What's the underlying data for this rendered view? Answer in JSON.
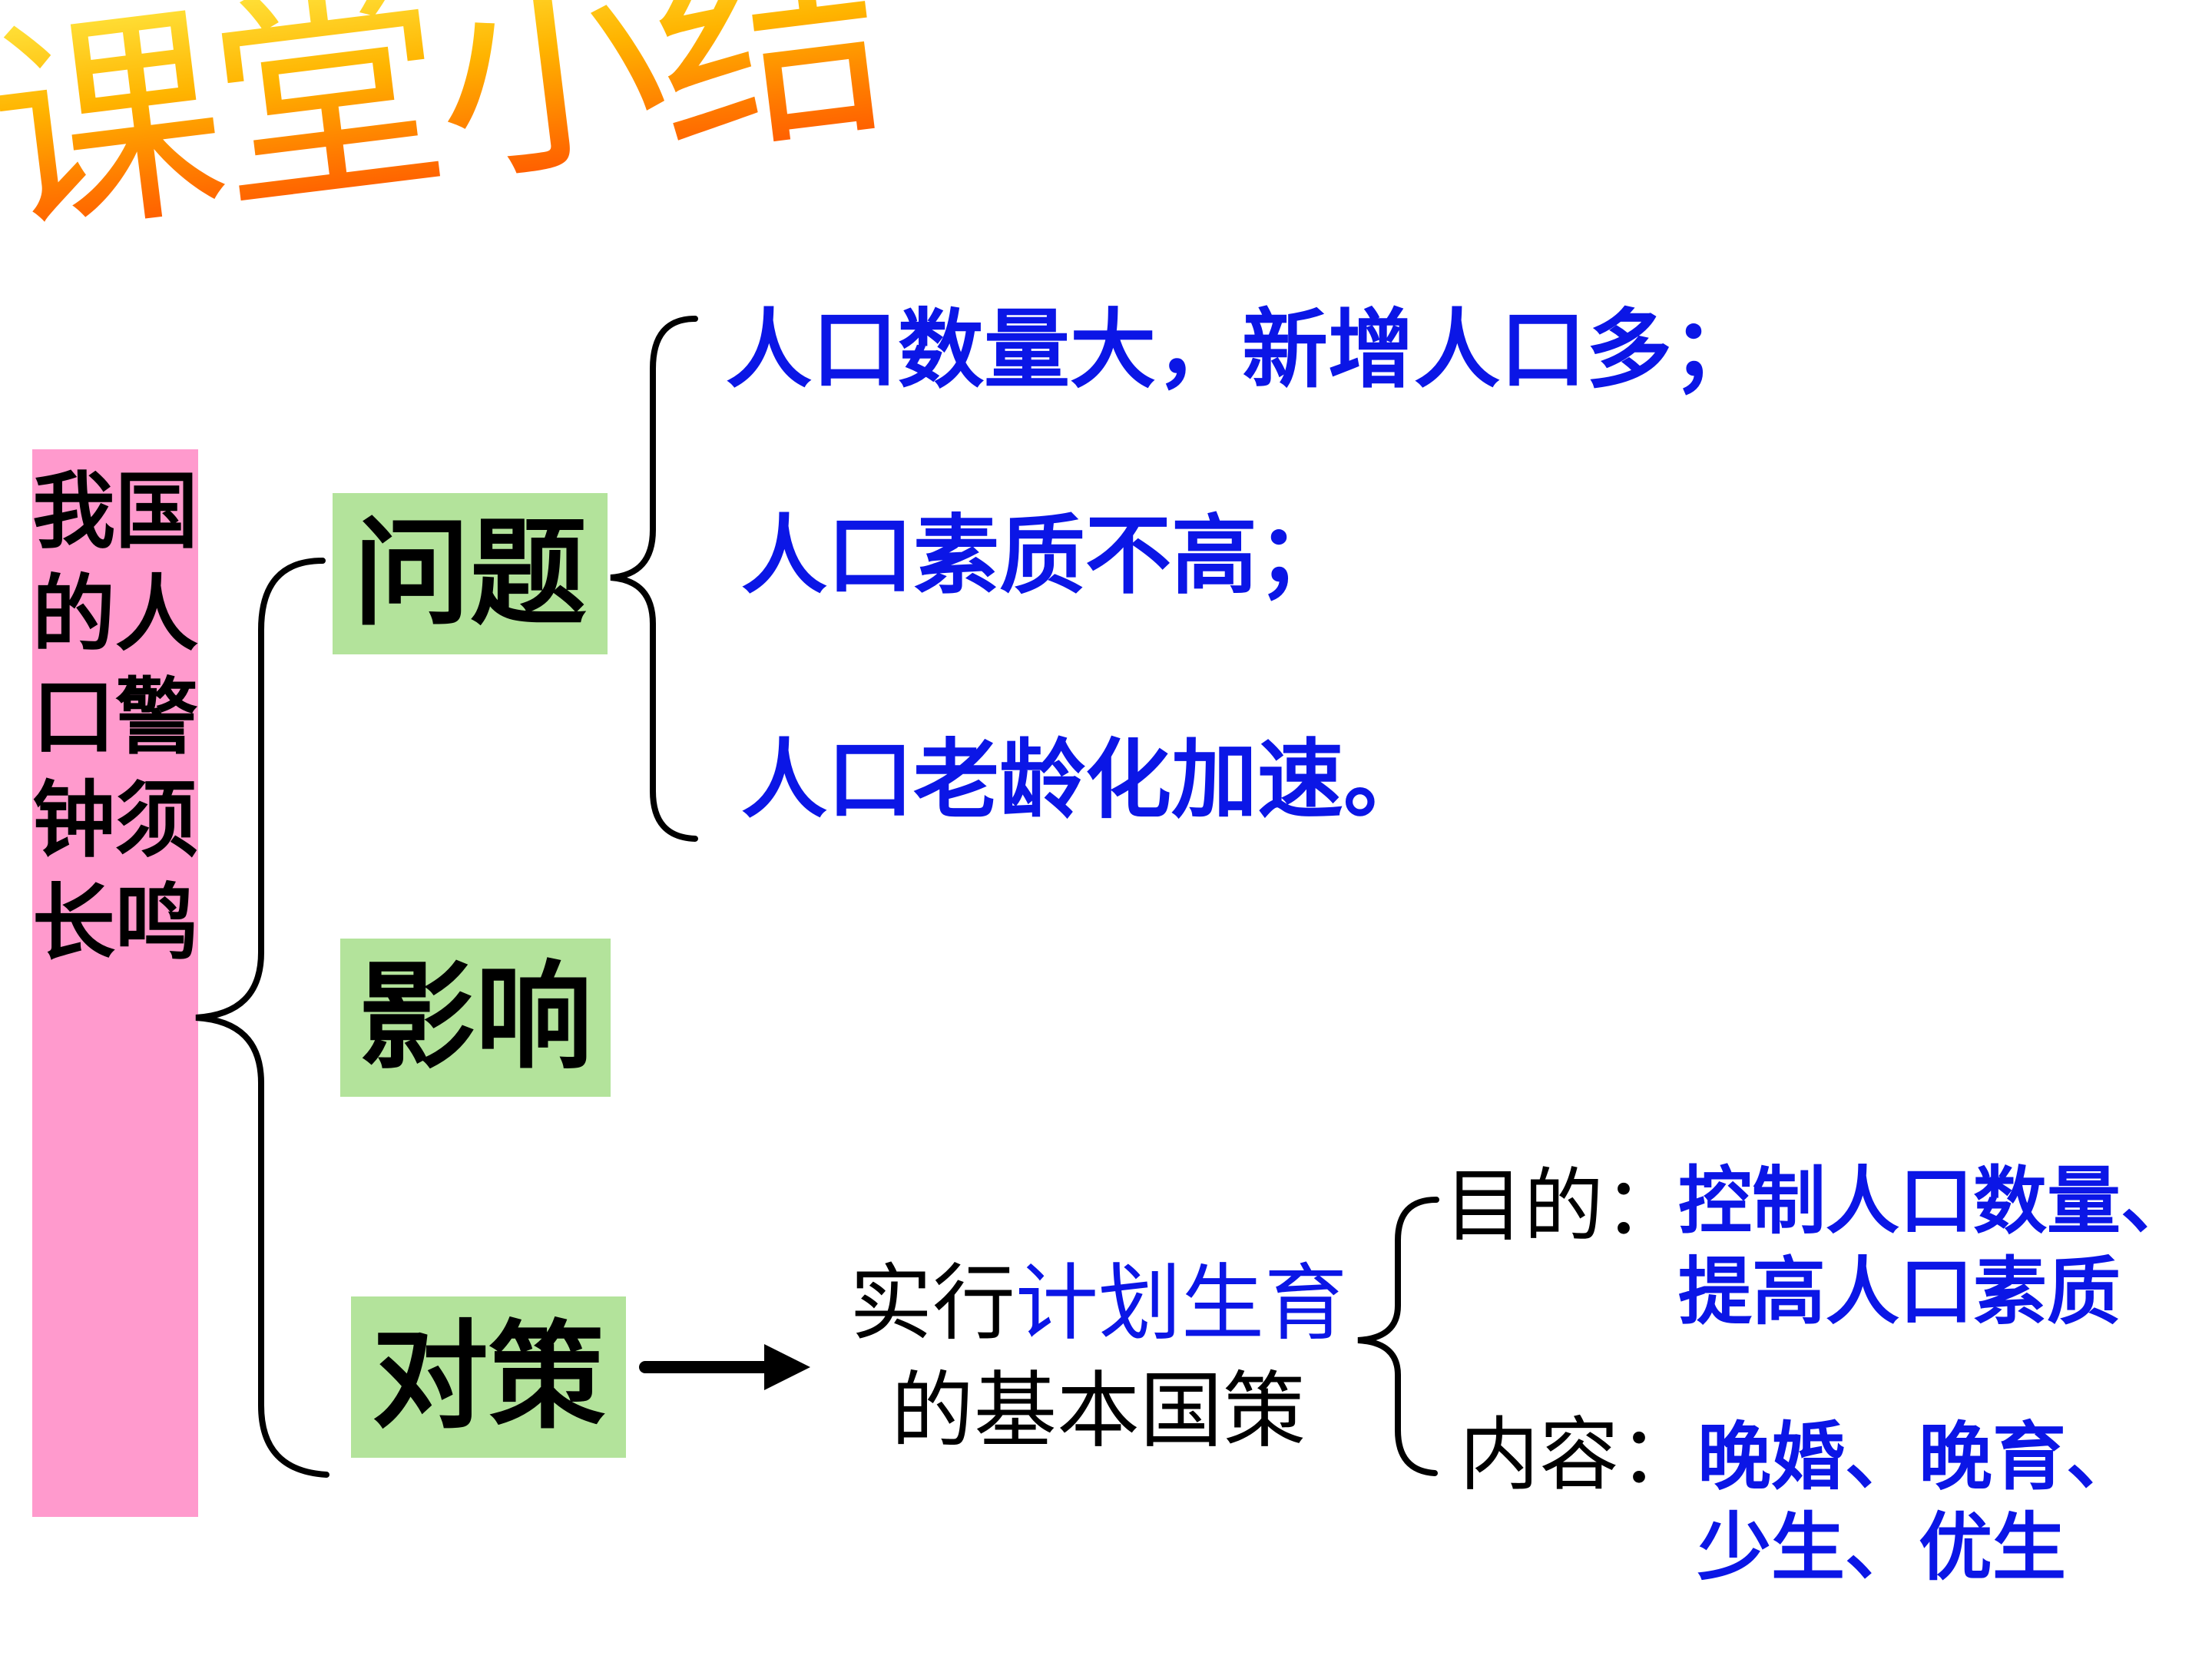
{
  "title": "课堂小结",
  "root": "我国的人口警钟须长鸣",
  "branches": {
    "problem": "问题",
    "impact": "影响",
    "measure": "对策"
  },
  "problems": [
    "人口数量大，新增人口多；",
    "人口素质不高；",
    "人口老龄化加速。"
  ],
  "policy": {
    "prefix": "实行",
    "highlight": "计划生育",
    "suffix": "的基本国策"
  },
  "purpose": {
    "label": "目的：",
    "line1": "控制人口数量、",
    "line2": "提高人口素质"
  },
  "content": {
    "label": "内容：",
    "line1": "晚婚、晚育、",
    "line2": "少生、优生"
  },
  "colors": {
    "root_box": "#ff9acd",
    "branch_box": "#b3e39b",
    "highlight_text": "#0b16e6",
    "title_gradient": [
      "#ffe23a",
      "#ff5500"
    ]
  }
}
